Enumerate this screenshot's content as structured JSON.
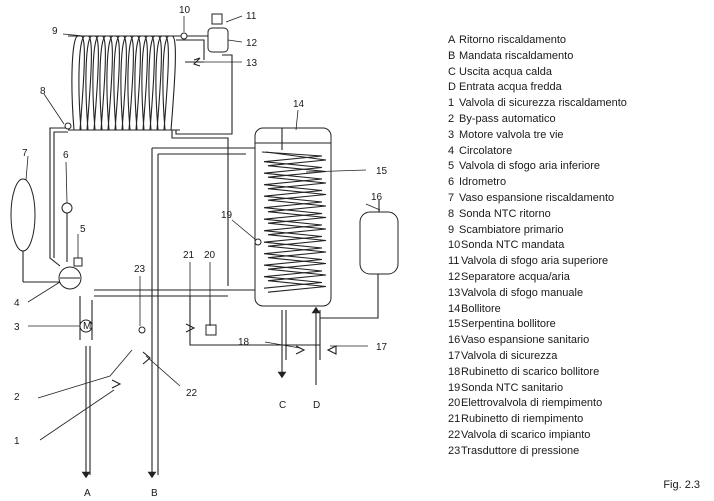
{
  "figure_label": "Fig. 2.3",
  "legend": [
    {
      "key": "A",
      "text": "Ritorno riscaldamento"
    },
    {
      "key": "B",
      "text": "Mandata riscaldamento"
    },
    {
      "key": "C",
      "text": "Uscita acqua calda"
    },
    {
      "key": "D",
      "text": "Entrata acqua fredda"
    },
    {
      "key": "1",
      "text": "Valvola di sicurezza riscaldamento"
    },
    {
      "key": "2",
      "text": "By-pass automatico"
    },
    {
      "key": "3",
      "text": "Motore valvola tre vie"
    },
    {
      "key": "4",
      "text": "Circolatore"
    },
    {
      "key": "5",
      "text": "Valvola di sfogo aria inferiore"
    },
    {
      "key": "6",
      "text": "Idrometro"
    },
    {
      "key": "7",
      "text": "Vaso espansione riscaldamento"
    },
    {
      "key": "8",
      "text": "Sonda NTC ritorno"
    },
    {
      "key": "9",
      "text": "Scambiatore primario"
    },
    {
      "key": "10",
      "text": "Sonda NTC mandata"
    },
    {
      "key": "11",
      "text": "Valvola di sfogo aria superiore"
    },
    {
      "key": "12",
      "text": "Separatore acqua/aria"
    },
    {
      "key": "13",
      "text": "Valvola di sfogo manuale"
    },
    {
      "key": "14",
      "text": "Bollitore"
    },
    {
      "key": "15",
      "text": "Serpentina bollitore"
    },
    {
      "key": "16",
      "text": "Vaso espansione sanitario"
    },
    {
      "key": "17",
      "text": "Valvola di sicurezza"
    },
    {
      "key": "18",
      "text": "Rubinetto di scarico bollitore"
    },
    {
      "key": "19",
      "text": "Sonda NTC sanitario"
    },
    {
      "key": "20",
      "text": "Elettrovalvola di riempimento"
    },
    {
      "key": "21",
      "text": "Rubinetto di riempimento"
    },
    {
      "key": "22",
      "text": "Valvola di scarico impianto"
    },
    {
      "key": "23",
      "text": "Trasduttore di pressione"
    }
  ],
  "diagram_labels": {
    "n1": "1",
    "n2": "2",
    "n3": "3",
    "n4": "4",
    "n5": "5",
    "n6": "6",
    "n7": "7",
    "n8": "8",
    "n9": "9",
    "n10": "10",
    "n11": "11",
    "n12": "12",
    "n13": "13",
    "n14": "14",
    "n15": "15",
    "n16": "16",
    "n17": "17",
    "n18": "18",
    "n19": "19",
    "n20": "20",
    "n21": "21",
    "n22": "22",
    "n23": "23",
    "A": "A",
    "B": "B",
    "C": "C",
    "D": "D"
  }
}
